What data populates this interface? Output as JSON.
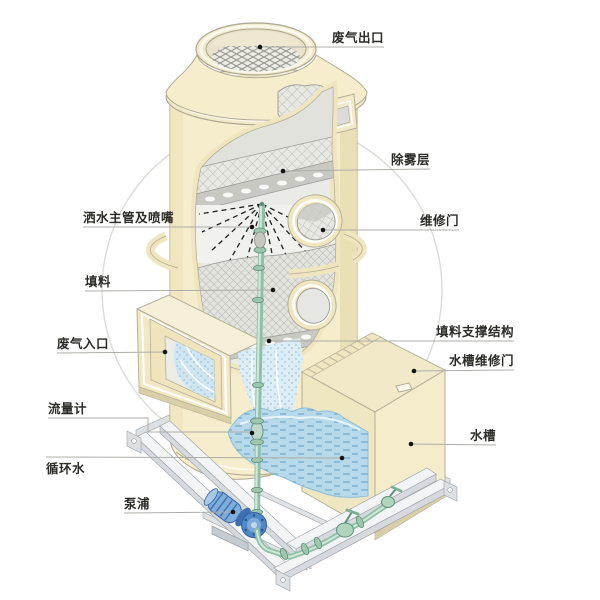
{
  "diagram": {
    "labels": {
      "waste_gas_outlet": "废气出口",
      "demister_layer": "除雾层",
      "spray_main_pipe_and_nozzle": "洒水主管及喷嘴",
      "maintenance_door": "维修门",
      "packing": "填料",
      "packing_support_structure": "填料支撑结构",
      "waste_gas_inlet": "废气入口",
      "water_tank_maintenance_door": "水槽维修门",
      "flow_meter": "流量计",
      "water_tank": "水槽",
      "circulating_water": "循环水",
      "pump": "泵浦"
    },
    "colors": {
      "shell_cream": "#F5EDCC",
      "shell_shade": "#E7DCAF",
      "outline": "#ABA591",
      "cut_interior": "#EAEAE6",
      "hatch_line": "#B7B7B1",
      "water_blue": "#B7DAEB",
      "water_dash": "#5F9EC6",
      "pipe_green": "#A9D2BB",
      "pipe_green_dark": "#5E8F7A",
      "pump_blue": "#5088C8",
      "frame_gray": "#E3E6E9",
      "label_text": "#2B2B28",
      "leader_line": "#ADADA8"
    }
  }
}
